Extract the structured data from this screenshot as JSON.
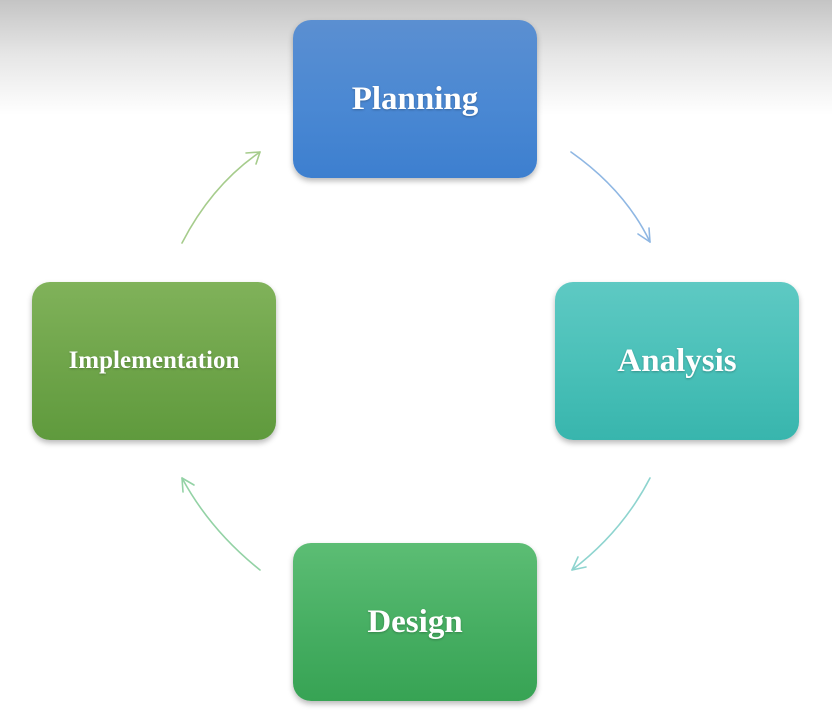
{
  "diagram": {
    "type": "cycle",
    "nodes": [
      {
        "id": "planning",
        "label": "Planning",
        "color": "#4a88d3"
      },
      {
        "id": "analysis",
        "label": "Analysis",
        "color": "#45bdb5"
      },
      {
        "id": "design",
        "label": "Design",
        "color": "#43ab5f"
      },
      {
        "id": "implementation",
        "label": "Implementation",
        "color": "#6ea449"
      }
    ],
    "edges": [
      {
        "from": "planning",
        "to": "analysis",
        "color": "#8fb7e3"
      },
      {
        "from": "analysis",
        "to": "design",
        "color": "#8ed4cf"
      },
      {
        "from": "design",
        "to": "implementation",
        "color": "#93d2a5"
      },
      {
        "from": "implementation",
        "to": "planning",
        "color": "#a6cc8c"
      }
    ]
  }
}
